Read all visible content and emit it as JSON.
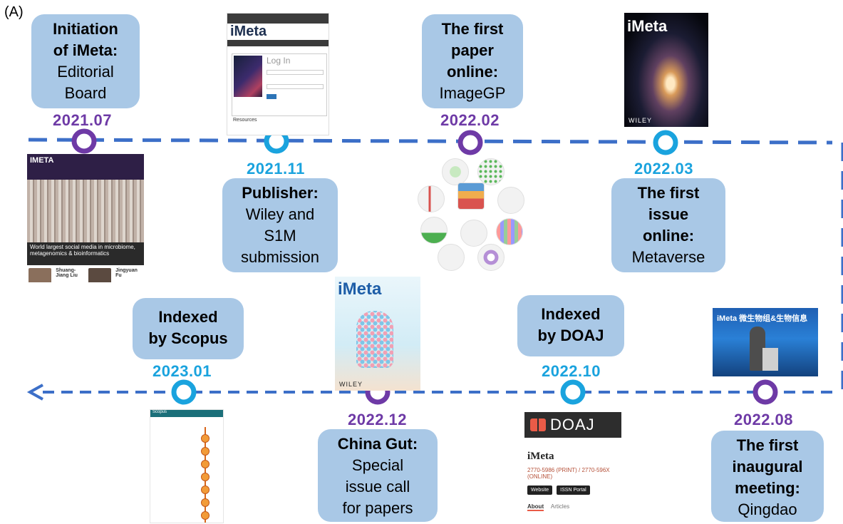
{
  "panel_label": "(A)",
  "colors": {
    "card_bg": "#a9c8e6",
    "purple": "#6e3aa6",
    "blue": "#1aa3de",
    "dash": "#3c6fc8"
  },
  "events": {
    "initiation": {
      "date": "2021.07",
      "l1": "Initiation",
      "l2": "of iMeta:",
      "l3": "Editorial",
      "l4": "Board"
    },
    "publisher": {
      "date": "2021.11",
      "l1": "Publisher:",
      "l2": "Wiley and",
      "l3": "S1M",
      "l4": "submission"
    },
    "first_paper": {
      "date": "2022.02",
      "l1": "The first",
      "l2": "paper",
      "l3": "online:",
      "l4": "ImageGP"
    },
    "first_issue": {
      "date": "2022.03",
      "l1": "The first",
      "l2": "issue",
      "l3": "online:",
      "l4": "Metaverse"
    },
    "meeting": {
      "date": "2022.08",
      "l1": "The first",
      "l2": "inaugural",
      "l3": "meeting:",
      "l4": "Qingdao"
    },
    "doaj": {
      "date": "2022.10",
      "l1": "Indexed",
      "l2": "by DOAJ"
    },
    "china_gut": {
      "date": "2022.12",
      "l1": "China Gut:",
      "l2": "Special",
      "l3": "issue call",
      "l4": "for papers"
    },
    "scopus": {
      "date": "2023.01",
      "l1": "Indexed",
      "l2": "by Scopus"
    }
  },
  "images": {
    "editorial_site": {
      "brand": "IMETA",
      "headline": "World largest social media in microbiome, metagenomics & bioinformatics",
      "person1": "Shuang-Jiang Liu",
      "person2": "Jingyuan Fu"
    },
    "login_page": {
      "brand": "iMeta",
      "title": "Log In",
      "resources": "Resources"
    },
    "galaxy_cover": {
      "brand": "iMeta",
      "publisher": "WILEY"
    },
    "runner_cover": {
      "brand": "iMeta",
      "publisher": "WILEY"
    },
    "meeting_photo": {
      "banner": "iMeta 微生物组&生物信息"
    },
    "scopus_page": {
      "header": "Scopus"
    },
    "doaj_page": {
      "logo": "DOAJ",
      "journal": "iMeta",
      "issn": "2770-5986 (PRINT) / 2770-596X (ONLINE)",
      "btn1": "Website",
      "btn2": "ISSN Portal",
      "tab1": "About",
      "tab2": "Articles"
    }
  }
}
